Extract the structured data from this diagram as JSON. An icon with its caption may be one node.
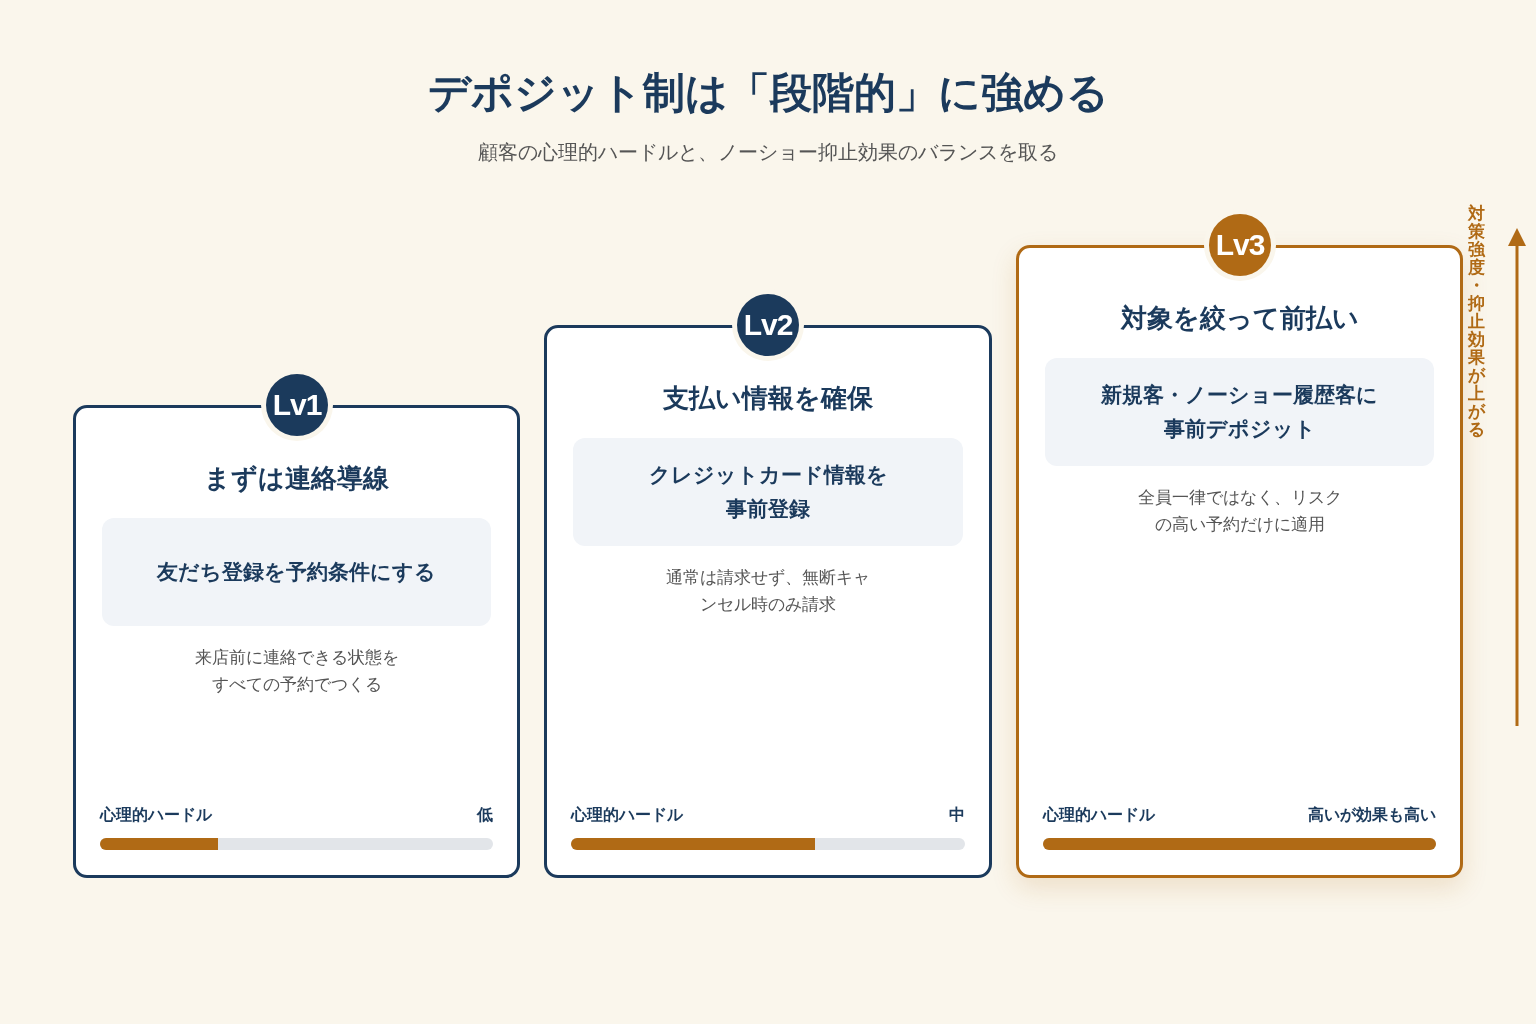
{
  "diagram": {
    "title": "デポジット制は「段階的」に強める",
    "nodes": [
      {
        "text": [
          "Lv1"
        ]
      },
      {
        "text": [
          "まずは連絡導線",
          "来店前に連絡できる状態をすべての予約でつくる",
          "心理的ハードル",
          "低"
        ]
      },
      {
        "text": [
          "友だち登録を予約条件にする"
        ],
        "in": 1
      },
      {
        "text": [
          "Lv2"
        ]
      },
      {
        "text": [
          "支払い情報を確保",
          "通常は請求せず、無断キャンセル時のみ請求",
          "心理的ハードル",
          "中"
        ]
      },
      {
        "text": [
          "クレジットカード情報を事前登録"
        ],
        "in": 4
      },
      {
        "text": [
          "Lv3"
        ]
      },
      {
        "text": [
          "対象を絞って前払い",
          "全員一律ではなく、リスクの高い予約だけに適用",
          "心理的ハードル",
          "高いが効果も高い"
        ]
      },
      {
        "text": [
          "新規客・ノーショー履歴客に事前デポジット"
        ],
        "in": 7
      }
    ],
    "labels": [
      "顧客の心理的ハードルと、ノーショー抑止効果のバランスを取る",
      "対策強度・抑止効果が上がる"
    ]
  }
}
